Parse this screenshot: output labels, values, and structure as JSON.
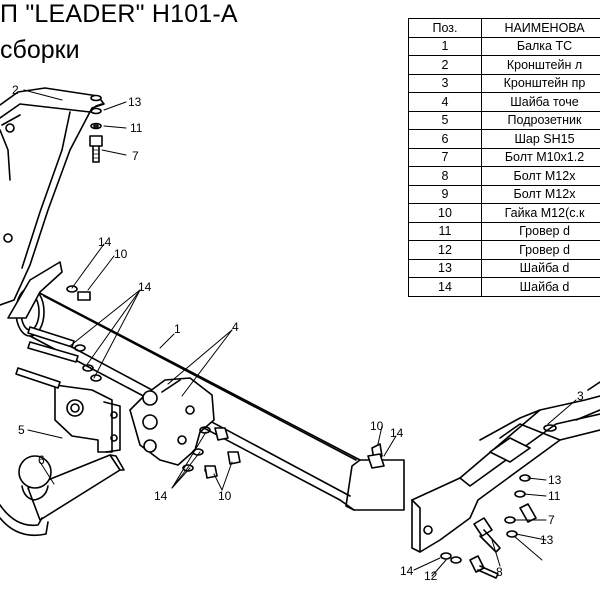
{
  "title": {
    "line1": "П \"LEADER\" H101-A",
    "line2": "сборки"
  },
  "table": {
    "header": {
      "pos": "Поз.",
      "name": "НАИМЕНОВА"
    },
    "rows": [
      {
        "pos": "1",
        "name": "Балка ТС"
      },
      {
        "pos": "2",
        "name": "Кронштейн л"
      },
      {
        "pos": "3",
        "name": "Кронштейн пр"
      },
      {
        "pos": "4",
        "name": "Шайба точе"
      },
      {
        "pos": "5",
        "name": "Подрозетник"
      },
      {
        "pos": "6",
        "name": "Шар SH15"
      },
      {
        "pos": "7",
        "name": "Болт М10х1.2"
      },
      {
        "pos": "8",
        "name": "Болт М12х"
      },
      {
        "pos": "9",
        "name": "Болт М12х"
      },
      {
        "pos": "10",
        "name": "Гайка М12(с.к"
      },
      {
        "pos": "11",
        "name": "Гровер d"
      },
      {
        "pos": "12",
        "name": "Гровер d"
      },
      {
        "pos": "13",
        "name": "Шайба d"
      },
      {
        "pos": "14",
        "name": "Шайба d"
      }
    ]
  },
  "callouts": {
    "c1": "1",
    "c2": "2",
    "c3": "3",
    "c4": "4",
    "c5": "5",
    "c6": "6",
    "c7a": "7",
    "c7b": "7",
    "c8": "8",
    "c10a": "10",
    "c10b": "10",
    "c10c": "10",
    "c11a": "11",
    "c11b": "11",
    "c12": "12",
    "c13a": "13",
    "c13b": "13",
    "c13c": "13",
    "c14a": "14",
    "c14b": "14",
    "c14c": "14",
    "c14d": "14",
    "c14e": "14"
  }
}
